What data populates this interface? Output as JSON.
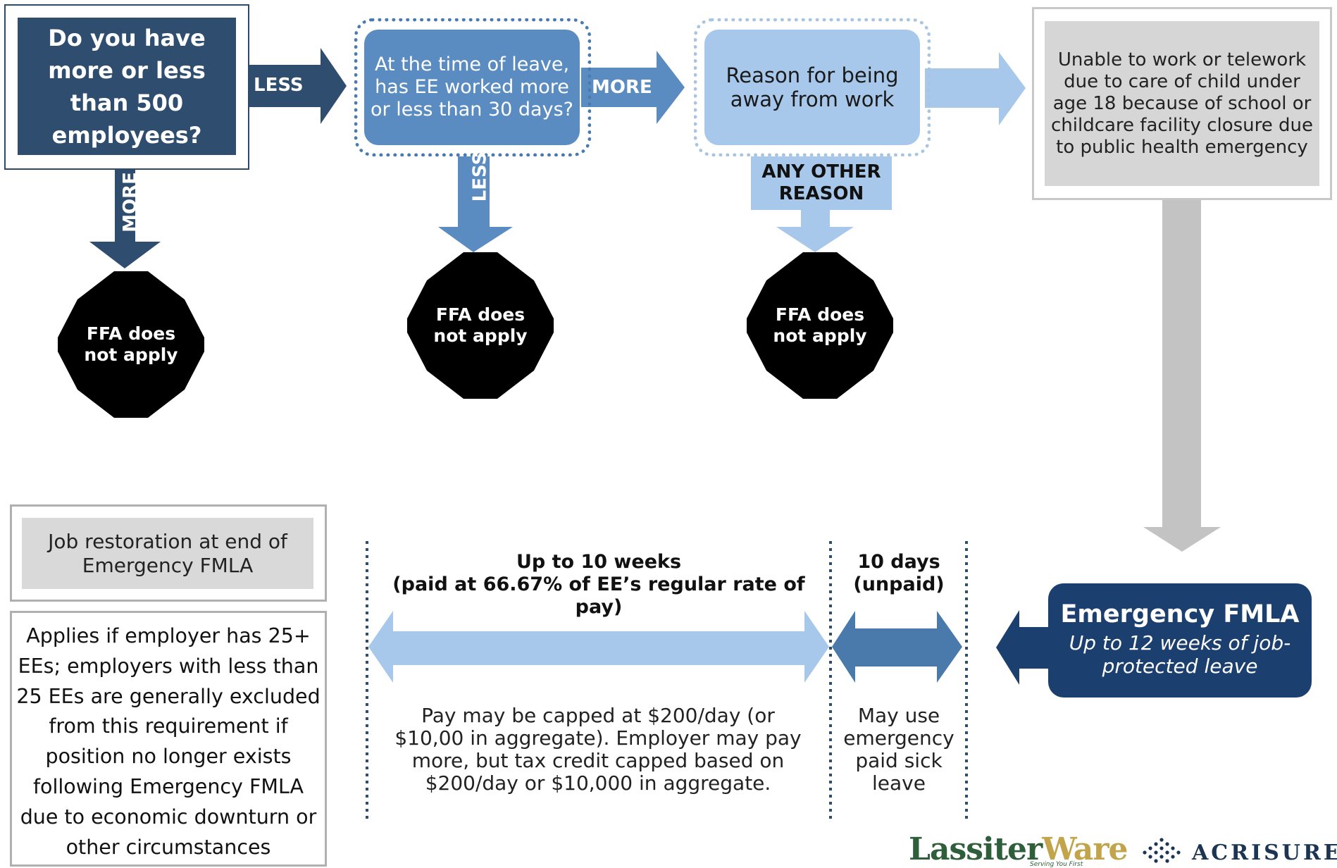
{
  "q1": {
    "text": "Do you have more or less than 500 employees?"
  },
  "q1_less_label": "LESS",
  "q1_more_label": "MORE",
  "q2": {
    "text": "At the time of leave, has EE worked more or less than 30 days?"
  },
  "q2_more_label": "MORE",
  "q2_less_label": "LESS",
  "q3": {
    "text": "Reason for being away from work"
  },
  "q3_other_label": "ANY OTHER REASON",
  "reason": {
    "text": "Unable to work or telework due to care of child under age 18 because of school or childcare facility closure due to public health emergency"
  },
  "ffa_1": "FFA does not apply",
  "ffa_2": "FFA does not apply",
  "ffa_3": "FFA does not apply",
  "job_restoration": "Job restoration at end of Emergency FMLA",
  "applies": "Applies if employer has 25+ EEs; employers with less than 25 EEs are generally excluded from this requirement if position no longer exists following Emergency FMLA due to economic downturn or other circumstances",
  "timeline": {
    "weeks_title": "Up to 10 weeks",
    "weeks_sub": "(paid at 66.67% of EE’s regular rate of pay)",
    "days_title": "10 days",
    "days_sub": "(unpaid)",
    "weeks_body": "Pay may be capped at $200/day (or $10,00 in aggregate). Employer may pay more, but tax credit capped based on $200/day or $10,000 in aggregate.",
    "days_body": "May use emergency paid sick leave"
  },
  "efmla": {
    "title": "Emergency FMLA",
    "subtitle": "Up to 12 weeks of job-protected leave"
  },
  "logos": {
    "left_a": "Lassiter",
    "left_b": "Ware",
    "left_tag": "Serving You First",
    "right": "ACRISURE"
  },
  "colors": {
    "dark_navy": "#2f4d6e",
    "mid_blue": "#5a8cc2",
    "light_blue": "#a7c8ea",
    "grey": "#d6d6d6",
    "efmla_navy": "#1b3f6e",
    "diamond": "#000000"
  }
}
